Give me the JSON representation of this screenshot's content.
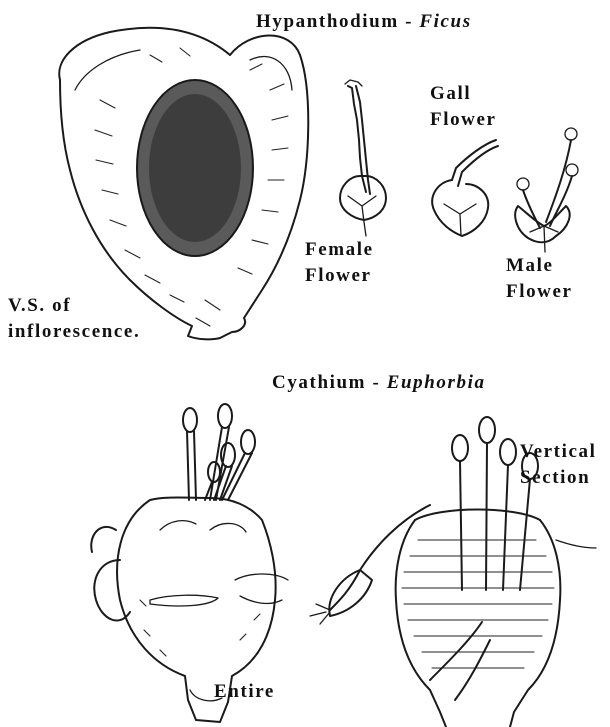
{
  "labels": {
    "ficus_title_prefix": "Hypanthodium - ",
    "ficus_title_genus": "Ficus",
    "gall_flower_1": "Gall",
    "gall_flower_2": "Flower",
    "female_flower_1": "Female",
    "female_flower_2": "Flower",
    "male_flower_1": "Male",
    "male_flower_2": "Flower",
    "vs_1": "V.S. of",
    "vs_2": "inflorescence.",
    "euphorbia_title_prefix": "Cyathium - ",
    "euphorbia_title_genus": "Euphorbia",
    "vertical_section_1": "Vertical",
    "vertical_section_2": "Section",
    "entire": "Entire"
  }
}
